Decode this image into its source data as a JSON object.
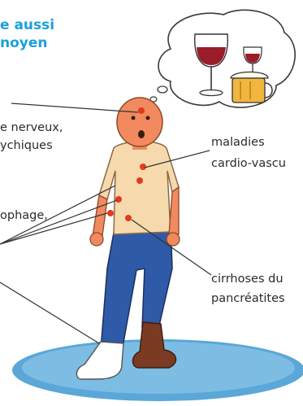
{
  "title_lines": [
    "e aussi",
    "noyen"
  ],
  "labels": {
    "nervous": [
      "e nerveux,",
      "ychiques"
    ],
    "esophagus": "ophage,",
    "cardio": [
      "maladies",
      "cardio-vascu"
    ],
    "liver": [
      "cirrhoses du",
      "pancréatites"
    ]
  },
  "colors": {
    "title": "#1aa0da",
    "lesion": "#e23a1f",
    "skin": "#f18a5e",
    "shirt": "#f6d9ad",
    "pants": "#2f5aa8",
    "floor": "#5aa7d8"
  },
  "thought_bubble_icons": [
    "wine-glass-icon",
    "wine-bottle-icon",
    "beer-mug-icon"
  ]
}
